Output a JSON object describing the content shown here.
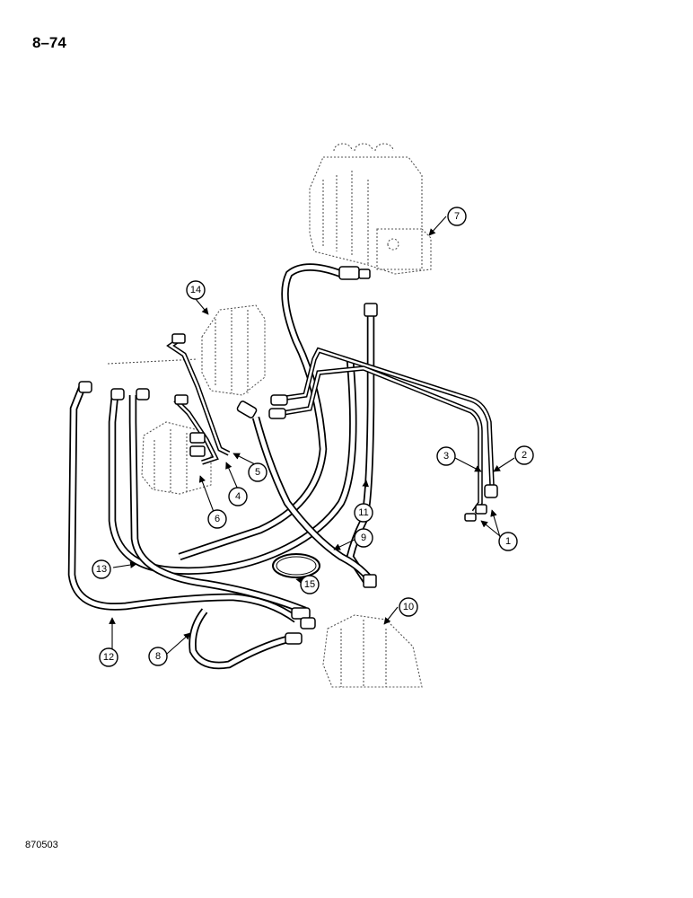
{
  "page_number": "8–74",
  "figure_code": "870503",
  "callouts": [
    "1",
    "2",
    "3",
    "4",
    "5",
    "6",
    "7",
    "8",
    "9",
    "10",
    "11",
    "12",
    "13",
    "14",
    "15"
  ]
}
